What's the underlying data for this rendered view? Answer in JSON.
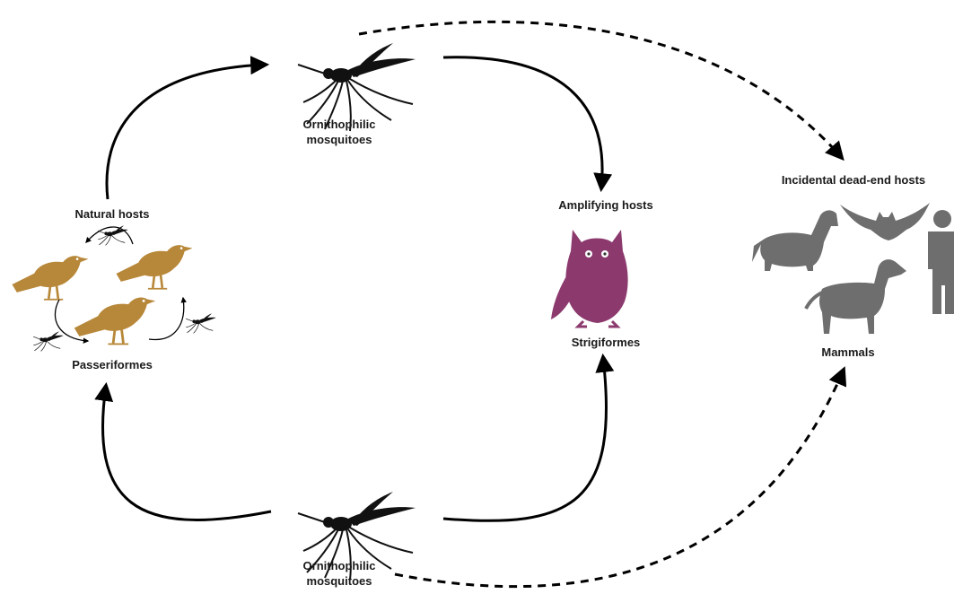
{
  "labels": {
    "mosquito_top_line1": "Ornithophilic",
    "mosquito_top_line2": "mosquitoes",
    "mosquito_bottom_line1": "Ornithophilic",
    "mosquito_bottom_line2": "mosquitoes",
    "natural_hosts": "Natural hosts",
    "passeriformes": "Passeriformes",
    "amplifying_hosts": "Amplifying hosts",
    "strigiformes": "Strigiformes",
    "incidental_hosts": "Incidental dead-end hosts",
    "mammals": "Mammals"
  },
  "colors": {
    "bird": "#b8883a",
    "owl": "#8c3a6e",
    "mammal": "#6e6e6e",
    "mosquito": "#111111",
    "arrow": "#000000"
  },
  "icons": [
    "mosquito-icon",
    "bird-icon",
    "owl-icon",
    "horse-icon",
    "bat-icon",
    "dog-icon",
    "human-icon"
  ]
}
